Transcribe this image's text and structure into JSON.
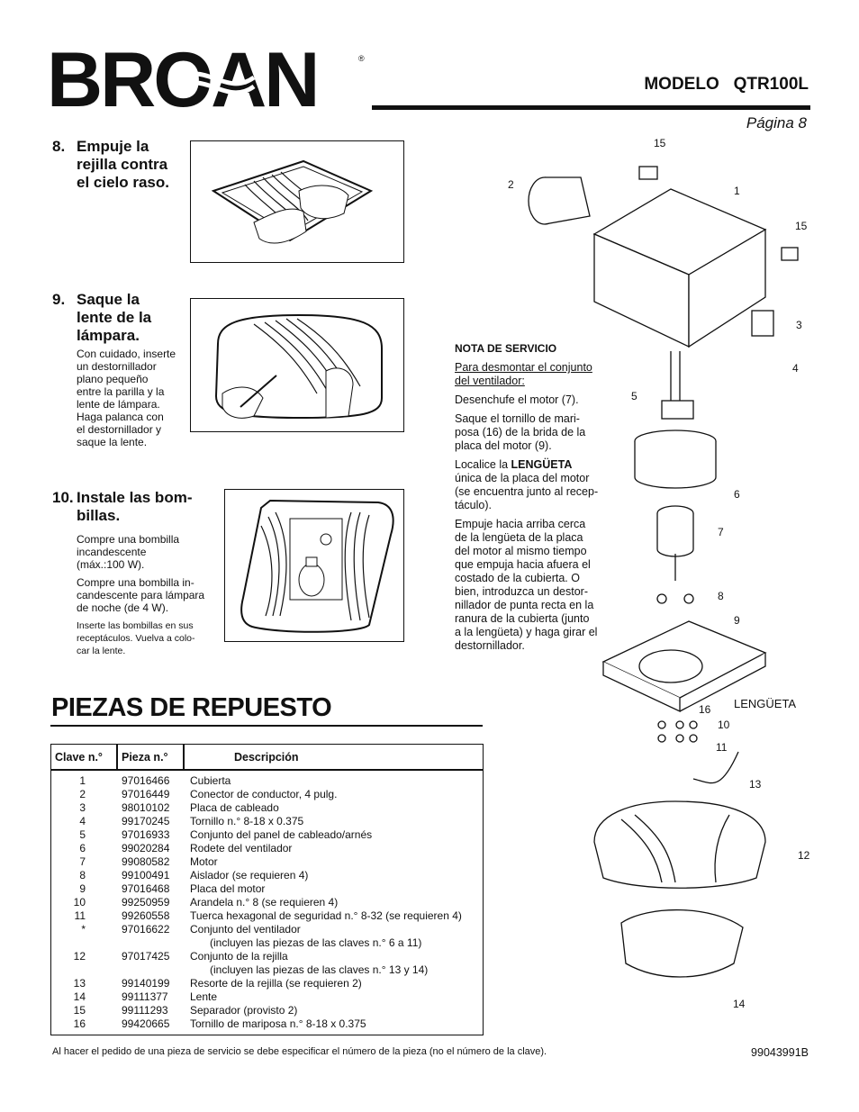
{
  "header": {
    "brand": "BROAN",
    "registered": "®",
    "model_label": "MODELO",
    "model_value": "QTR100L",
    "page_label": "Página 8"
  },
  "steps": [
    {
      "number": "8.",
      "title_lines": [
        "Empuje la",
        "rejilla contra",
        "el cielo raso."
      ],
      "body": []
    },
    {
      "number": "9.",
      "title_lines": [
        "Saque la",
        "lente de la",
        "lámpara."
      ],
      "body": [
        "Con cuidado, inserte",
        "un destornillador",
        "plano pequeño",
        "entre la parilla y la",
        "lente de lámpara.",
        "Haga palanca con",
        "el destornillador y",
        "saque la lente."
      ]
    },
    {
      "number": "10.",
      "title_lines": [
        "Instale las bom-",
        "billas."
      ],
      "body": [
        "Compre una bombilla",
        "incandescente",
        "(máx.:100 W).",
        "Compre una bombilla in-",
        "candescente para lámpara",
        "de noche (de 4 W).",
        "Inserte las bombillas en sus",
        "receptáculos. Vuelva a colo-",
        "car la lente."
      ]
    }
  ],
  "service_note": {
    "title": "NOTA DE SERVICIO",
    "subtitle_lines": [
      "Para desmontar el conjunto",
      "del ventilador:"
    ],
    "p1": "Desenchufe el motor (7).",
    "p2_lines": [
      "Saque el tornillo de mari-",
      "posa (16) de la brida de la",
      "placa del motor (9)."
    ],
    "p3_pre": "Localice la ",
    "p3_bold": "LENGÜETA",
    "p3_lines": [
      "única de la placa del motor",
      "(se encuentra junto al recep-",
      "táculo)."
    ],
    "p4_lines": [
      "Empuje hacia arriba cerca",
      "de la lengüeta de la placa",
      "del motor al mismo tiempo",
      "que empuja hacia afuera el",
      "costado de la cubierta. O",
      "bien, introduzca un destor-",
      "nillador de punta recta en la",
      "ranura de la cubierta (junto",
      "a la lengüeta) y haga girar el",
      "destornillador."
    ]
  },
  "callouts": [
    "15",
    "1",
    "2",
    "15",
    "3",
    "4",
    "5",
    "6",
    "7",
    "8",
    "9",
    "16",
    "LENGÜETA",
    "10",
    "11",
    "13",
    "12",
    "14"
  ],
  "parts_section": {
    "title": "PIEZAS DE REPUESTO",
    "headers": [
      "Clave n.°",
      "Pieza n.°",
      "Descripción"
    ],
    "rows": [
      [
        "1",
        "97016466",
        "Cubierta"
      ],
      [
        "2",
        "97016449",
        "Conector de conductor, 4 pulg."
      ],
      [
        "3",
        "98010102",
        "Placa de cableado"
      ],
      [
        "4",
        "99170245",
        "Tornillo n.° 8-18 x 0.375"
      ],
      [
        "5",
        "97016933",
        "Conjunto del panel de cableado/arnés"
      ],
      [
        "6",
        "99020284",
        "Rodete del ventilador"
      ],
      [
        "7",
        "99080582",
        "Motor"
      ],
      [
        "8",
        "99100491",
        "Aislador (se requieren 4)"
      ],
      [
        "9",
        "97016468",
        "Placa del motor"
      ],
      [
        "10",
        "99250959",
        "Arandela n.° 8 (se requieren 4)"
      ],
      [
        "11",
        "99260558",
        "Tuerca hexagonal de seguridad n.° 8-32 (se requieren 4)"
      ],
      [
        "*",
        "97016622",
        "Conjunto del ventilador"
      ],
      [
        "",
        "",
        "(incluyen las piezas de las claves n.° 6 a 11)"
      ],
      [
        "12",
        "97017425",
        "Conjunto de la rejilla"
      ],
      [
        "",
        "",
        "(incluyen las piezas de las claves n.° 13 y 14)"
      ],
      [
        "13",
        "99140199",
        "Resorte de la rejilla (se requieren 2)"
      ],
      [
        "14",
        "99111377",
        "Lente"
      ],
      [
        "15",
        "99111293",
        "Separador (provisto 2)"
      ],
      [
        "16",
        "99420665",
        "Tornillo de mariposa n.° 8-18 x 0.375"
      ]
    ]
  },
  "footer": {
    "note": "Al hacer el pedido de una pieza de servicio se debe especificar el número de la pieza (no el número de la clave).",
    "doc_number": "99043991B"
  }
}
